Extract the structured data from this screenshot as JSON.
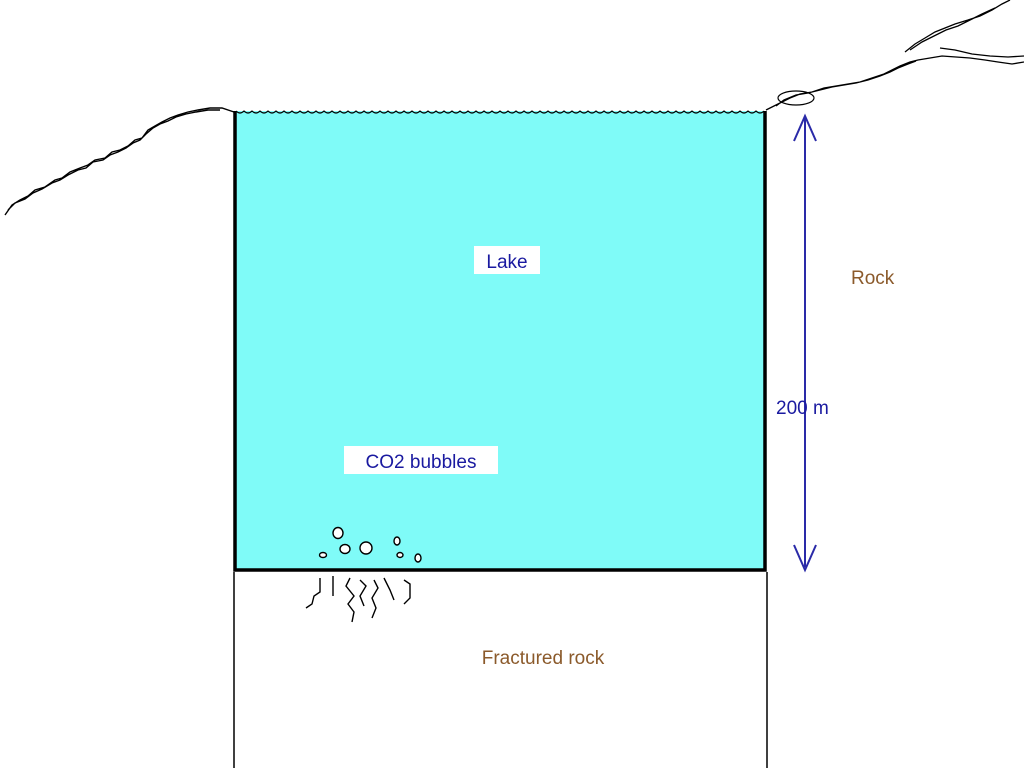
{
  "labels": {
    "lake": "Lake",
    "rock": "Rock",
    "depth": "200 m",
    "bubbles": "CO2 bubbles",
    "fractured_rock": "Fractured rock"
  },
  "colors": {
    "lake_fill": "#7ffbf8",
    "rock_label": "#8b5a2b",
    "blue_label": "#1a1aa0",
    "outline": "#000000",
    "arrow": "#2a2aa8"
  },
  "icons": {
    "depth_arrow": "double-headed-vertical-arrow",
    "bubbles": "circles",
    "fractures": "dashed-cracks"
  }
}
